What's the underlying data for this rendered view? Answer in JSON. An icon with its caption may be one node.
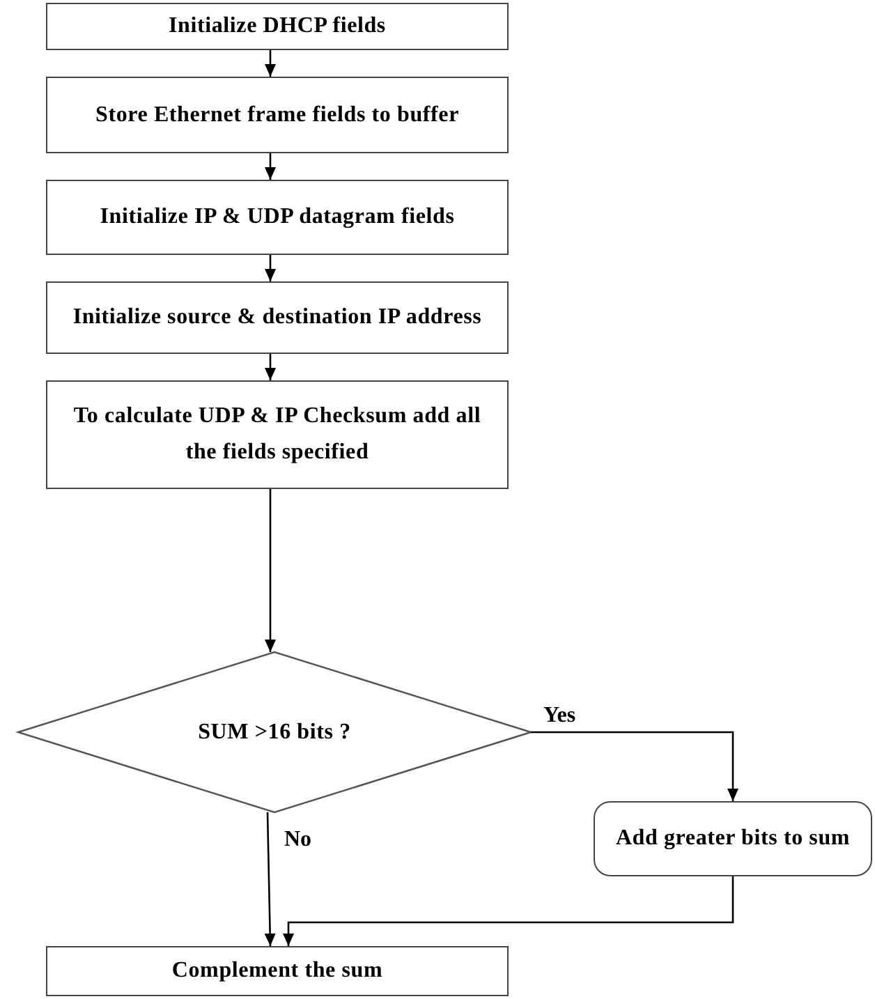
{
  "diagram": {
    "nodes": [
      {
        "text": [
          "Initialize DHCP fields"
        ]
      },
      {
        "text": [
          "Store Ethernet frame fields to buffer"
        ]
      },
      {
        "text": [
          "Initialize IP & UDP datagram fields"
        ]
      },
      {
        "text": [
          "Initialize source & destination IP address"
        ]
      },
      {
        "text": [
          "To calculate UDP & IP Checksum add all the fields specified"
        ]
      },
      {
        "text": [
          "SUM >16 bits ?"
        ]
      },
      {
        "text": [
          "Add greater bits to sum"
        ]
      },
      {
        "text": [
          "Complement the sum"
        ]
      }
    ],
    "edges": [
      {
        "from": 0,
        "to": 1,
        "arrow": "to"
      },
      {
        "from": 1,
        "to": 2,
        "arrow": "to"
      },
      {
        "from": 2,
        "to": 3,
        "arrow": "to"
      },
      {
        "from": 3,
        "to": 4,
        "arrow": "to"
      },
      {
        "from": 4,
        "to": 5,
        "arrow": "to"
      },
      {
        "from": 5,
        "to": 6,
        "arrow": "to",
        "label": "Yes"
      },
      {
        "from": 5,
        "to": 7,
        "arrow": "to",
        "label": "No"
      },
      {
        "from": 6,
        "to": 7,
        "arrow": "to"
      }
    ]
  }
}
